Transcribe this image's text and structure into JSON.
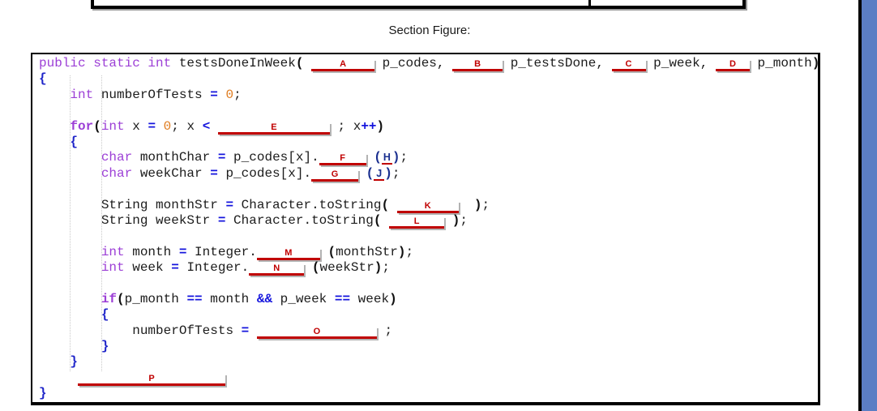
{
  "section": {
    "label": "Section Figure:"
  },
  "colors": {
    "blank_red": "#c00000",
    "keyword_purple": "#9c3fd6",
    "operator_blue": "#1414dd",
    "brace_blue": "#2026c9",
    "number_orange": "#e07c1f",
    "navy_letter": "#1a2f8f",
    "edge_bar_blue": "#5b7ec4"
  },
  "code": {
    "method_name": "testsDoneInWeek",
    "blank_labels": [
      "A",
      "B",
      "C",
      "D",
      "E",
      "F",
      "G",
      "H",
      "J",
      "K",
      "L",
      "M",
      "N",
      "O",
      "P"
    ],
    "lines": [
      [
        {
          "t": "public static int ",
          "c": "kw"
        },
        {
          "t": "testsDoneInWeek",
          "c": "pl"
        },
        {
          "t": "(",
          "c": "par"
        },
        {
          "t": " ",
          "c": "pl"
        },
        {
          "blank": "A",
          "w": 78
        },
        {
          "t": " p_codes, ",
          "c": "pl"
        },
        {
          "blank": "B",
          "w": 62
        },
        {
          "t": " p_testsDone, ",
          "c": "pl"
        },
        {
          "blank": "C",
          "w": 42
        },
        {
          "t": " p_week, ",
          "c": "pl"
        },
        {
          "blank": "D",
          "w": 42
        },
        {
          "t": " p_month",
          "c": "pl"
        },
        {
          "t": ")",
          "c": "par"
        }
      ],
      [
        {
          "t": "{",
          "c": "brace"
        }
      ],
      [
        {
          "t": "    ",
          "c": "pl"
        },
        {
          "t": "int",
          "c": "kw"
        },
        {
          "t": " numberOfTests ",
          "c": "pl"
        },
        {
          "t": "=",
          "c": "op"
        },
        {
          "t": " ",
          "c": "pl"
        },
        {
          "t": "0",
          "c": "num"
        },
        {
          "t": ";",
          "c": "pl"
        }
      ],
      [],
      [
        {
          "t": "    ",
          "c": "pl"
        },
        {
          "t": "for",
          "c": "kwb"
        },
        {
          "t": "(",
          "c": "par"
        },
        {
          "t": "int",
          "c": "kw"
        },
        {
          "t": " x ",
          "c": "pl"
        },
        {
          "t": "=",
          "c": "op"
        },
        {
          "t": " ",
          "c": "pl"
        },
        {
          "t": "0",
          "c": "num"
        },
        {
          "t": "; x ",
          "c": "pl"
        },
        {
          "t": "<",
          "c": "op"
        },
        {
          "t": " ",
          "c": "pl"
        },
        {
          "blank": "E",
          "w": 138
        },
        {
          "t": " ; x",
          "c": "pl"
        },
        {
          "t": "++",
          "c": "op"
        },
        {
          "t": ")",
          "c": "par"
        }
      ],
      [
        {
          "t": "    ",
          "c": "pl"
        },
        {
          "t": "{",
          "c": "brace"
        }
      ],
      [
        {
          "t": "        ",
          "c": "pl"
        },
        {
          "t": "char",
          "c": "kw"
        },
        {
          "t": " monthChar ",
          "c": "pl"
        },
        {
          "t": "=",
          "c": "op"
        },
        {
          "t": " p_codes[x].",
          "c": "pl"
        },
        {
          "blank": "F",
          "w": 58
        },
        {
          "t": " ",
          "c": "pl"
        },
        {
          "t": "(",
          "c": "navy"
        },
        {
          "jl": "H"
        },
        {
          "t": ")",
          "c": "navy"
        },
        {
          "t": ";",
          "c": "pl"
        }
      ],
      [
        {
          "t": "        ",
          "c": "pl"
        },
        {
          "t": "char",
          "c": "kw"
        },
        {
          "t": " weekChar ",
          "c": "pl"
        },
        {
          "t": "=",
          "c": "op"
        },
        {
          "t": " p_codes[x].",
          "c": "pl"
        },
        {
          "blank": "G",
          "w": 58
        },
        {
          "t": " ",
          "c": "pl"
        },
        {
          "t": "(",
          "c": "navy"
        },
        {
          "jl": "J"
        },
        {
          "t": ")",
          "c": "navy"
        },
        {
          "t": ";",
          "c": "pl"
        }
      ],
      [],
      [
        {
          "t": "        ",
          "c": "pl"
        },
        {
          "t": "String monthStr ",
          "c": "pl"
        },
        {
          "t": "=",
          "c": "op"
        },
        {
          "t": " Character.toString",
          "c": "pl"
        },
        {
          "t": "(",
          "c": "par"
        },
        {
          "t": " ",
          "c": "pl"
        },
        {
          "blank": "K",
          "w": 76
        },
        {
          "t": "  ",
          "c": "pl"
        },
        {
          "t": ")",
          "c": "par"
        },
        {
          "t": ";",
          "c": "pl"
        }
      ],
      [
        {
          "t": "        ",
          "c": "pl"
        },
        {
          "t": "String weekStr ",
          "c": "pl"
        },
        {
          "t": "=",
          "c": "op"
        },
        {
          "t": " Character.toString",
          "c": "pl"
        },
        {
          "t": "(",
          "c": "par"
        },
        {
          "t": " ",
          "c": "pl"
        },
        {
          "blank": "L",
          "w": 68
        },
        {
          "t": " ",
          "c": "pl"
        },
        {
          "t": ")",
          "c": "par"
        },
        {
          "t": ";",
          "c": "pl"
        }
      ],
      [],
      [
        {
          "t": "        ",
          "c": "pl"
        },
        {
          "t": "int",
          "c": "kw"
        },
        {
          "t": " month ",
          "c": "pl"
        },
        {
          "t": "=",
          "c": "op"
        },
        {
          "t": " Integer.",
          "c": "pl"
        },
        {
          "blank": "M",
          "w": 78
        },
        {
          "t": " ",
          "c": "pl"
        },
        {
          "t": "(",
          "c": "par"
        },
        {
          "t": "monthStr",
          "c": "pl"
        },
        {
          "t": ")",
          "c": "par"
        },
        {
          "t": ";",
          "c": "pl"
        }
      ],
      [
        {
          "t": "        ",
          "c": "pl"
        },
        {
          "t": "int",
          "c": "kw"
        },
        {
          "t": " week ",
          "c": "pl"
        },
        {
          "t": "=",
          "c": "op"
        },
        {
          "t": " Integer.",
          "c": "pl"
        },
        {
          "blank": "N",
          "w": 68
        },
        {
          "t": " ",
          "c": "pl"
        },
        {
          "t": "(",
          "c": "par"
        },
        {
          "t": "weekStr",
          "c": "pl"
        },
        {
          "t": ")",
          "c": "par"
        },
        {
          "t": ";",
          "c": "pl"
        }
      ],
      [],
      [
        {
          "t": "        ",
          "c": "pl"
        },
        {
          "t": "if",
          "c": "kwb"
        },
        {
          "t": "(",
          "c": "par"
        },
        {
          "t": "p_month ",
          "c": "pl"
        },
        {
          "t": "==",
          "c": "op"
        },
        {
          "t": " month ",
          "c": "pl"
        },
        {
          "t": "&&",
          "c": "op"
        },
        {
          "t": " p_week ",
          "c": "pl"
        },
        {
          "t": "==",
          "c": "op"
        },
        {
          "t": " week",
          "c": "pl"
        },
        {
          "t": ")",
          "c": "par"
        }
      ],
      [
        {
          "t": "        ",
          "c": "pl"
        },
        {
          "t": "{",
          "c": "brace"
        }
      ],
      [
        {
          "t": "            ",
          "c": "pl"
        },
        {
          "t": "numberOfTests ",
          "c": "pl"
        },
        {
          "t": "=",
          "c": "op"
        },
        {
          "t": " ",
          "c": "pl"
        },
        {
          "blank": "O",
          "w": 148
        },
        {
          "t": " ;",
          "c": "pl"
        }
      ],
      [
        {
          "t": "        ",
          "c": "pl"
        },
        {
          "t": "}",
          "c": "brace"
        }
      ],
      [
        {
          "t": "    ",
          "c": "pl"
        },
        {
          "t": "}",
          "c": "brace"
        }
      ],
      [
        {
          "t": "     ",
          "c": "pl"
        },
        {
          "blank": "P",
          "w": 182
        }
      ],
      [
        {
          "t": "}",
          "c": "brace"
        }
      ]
    ]
  }
}
